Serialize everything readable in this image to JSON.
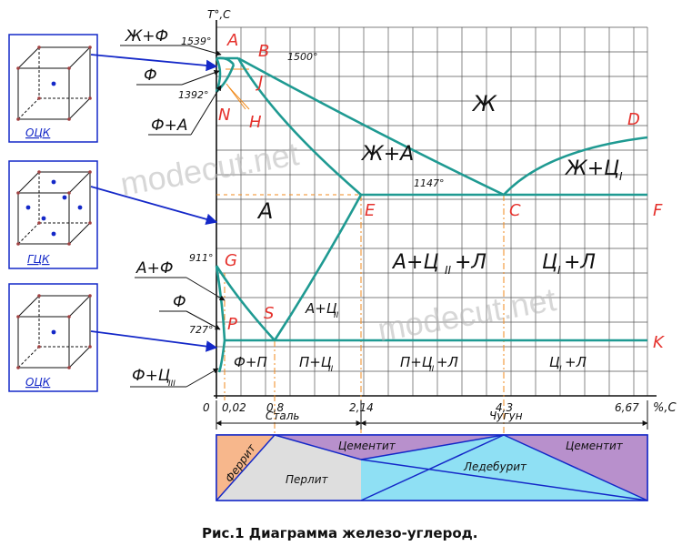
{
  "axis": {
    "y_label": "T°,C",
    "x_unit": "%,C",
    "x_ticks": [
      "0",
      "0,02",
      "0,8",
      "2,14",
      "4,3",
      "6,67"
    ],
    "steel_label": "Сталь",
    "cast_iron_label": "Чугун"
  },
  "temperatures": {
    "t1539": "1539°",
    "t1500": "1500°",
    "t1392": "1392°",
    "t1147": "1147°",
    "t911": "911°",
    "t727": "727°"
  },
  "points": {
    "A": "A",
    "B": "B",
    "J": "J",
    "N": "N",
    "H": "H",
    "D": "D",
    "E": "E",
    "C": "C",
    "F": "F",
    "G": "G",
    "P": "P",
    "S": "S",
    "K": "K"
  },
  "regions": {
    "liquid": "Ж",
    "liquid_austenite": "Ж+А",
    "liquid_cementite": "Ж+Ц",
    "liquid_cementite_sub": "I",
    "austenite": "А",
    "a_c2_l": "А+Ц",
    "a_c2_l_sub": "II",
    "a_c2_l_tail": "+Л",
    "c1_l": "Ц",
    "c1_l_sub": "I",
    "c1_l_tail": "+Л",
    "a_c2": "А+Ц",
    "a_c2_sub": "II",
    "fp": "Ф+П",
    "p_c2": "П+Ц",
    "p_c2_sub": "II",
    "p_c2_l": "П+Ц",
    "p_c2_l_sub": "II",
    "p_c2_l_tail": "+Л",
    "c1_l_low": "Ц",
    "c1_l_low_sub": "I",
    "c1_l_low_tail": "+Л"
  },
  "callouts": {
    "zh_f": "Ж+Ф",
    "f_top": "Ф",
    "f_a_top": "Ф+А",
    "a_f": "А+Ф",
    "f_mid": "Ф",
    "f_c3": "Ф+Ц",
    "f_c3_sub": "III"
  },
  "crystals": [
    {
      "label": "ОЦК",
      "type": "bcc"
    },
    {
      "label": "ГЦК",
      "type": "fcc"
    },
    {
      "label": "ОЦК",
      "type": "bcc"
    }
  ],
  "structure_bar": {
    "ferrite": "Феррит",
    "pearlite": "Перлит",
    "cementite_left": "Цементит",
    "ledeburite": "Ледебурит",
    "cementite_right": "Цементит"
  },
  "watermarks": [
    "modecut.net",
    "modecut.net"
  ],
  "caption": "Рис.1 Диаграмма железо-углерод.",
  "colors": {
    "phase_line": "#1f9a92",
    "label_red": "#e5322d",
    "guide_orange": "#f08a1c",
    "arrow_blue": "#1428c8",
    "ferrite_fill": "#f7b78c",
    "pearlite_fill": "#dedede",
    "cementite_fill": "#b890cc",
    "ledeburite_fill": "#8fe0f4"
  }
}
